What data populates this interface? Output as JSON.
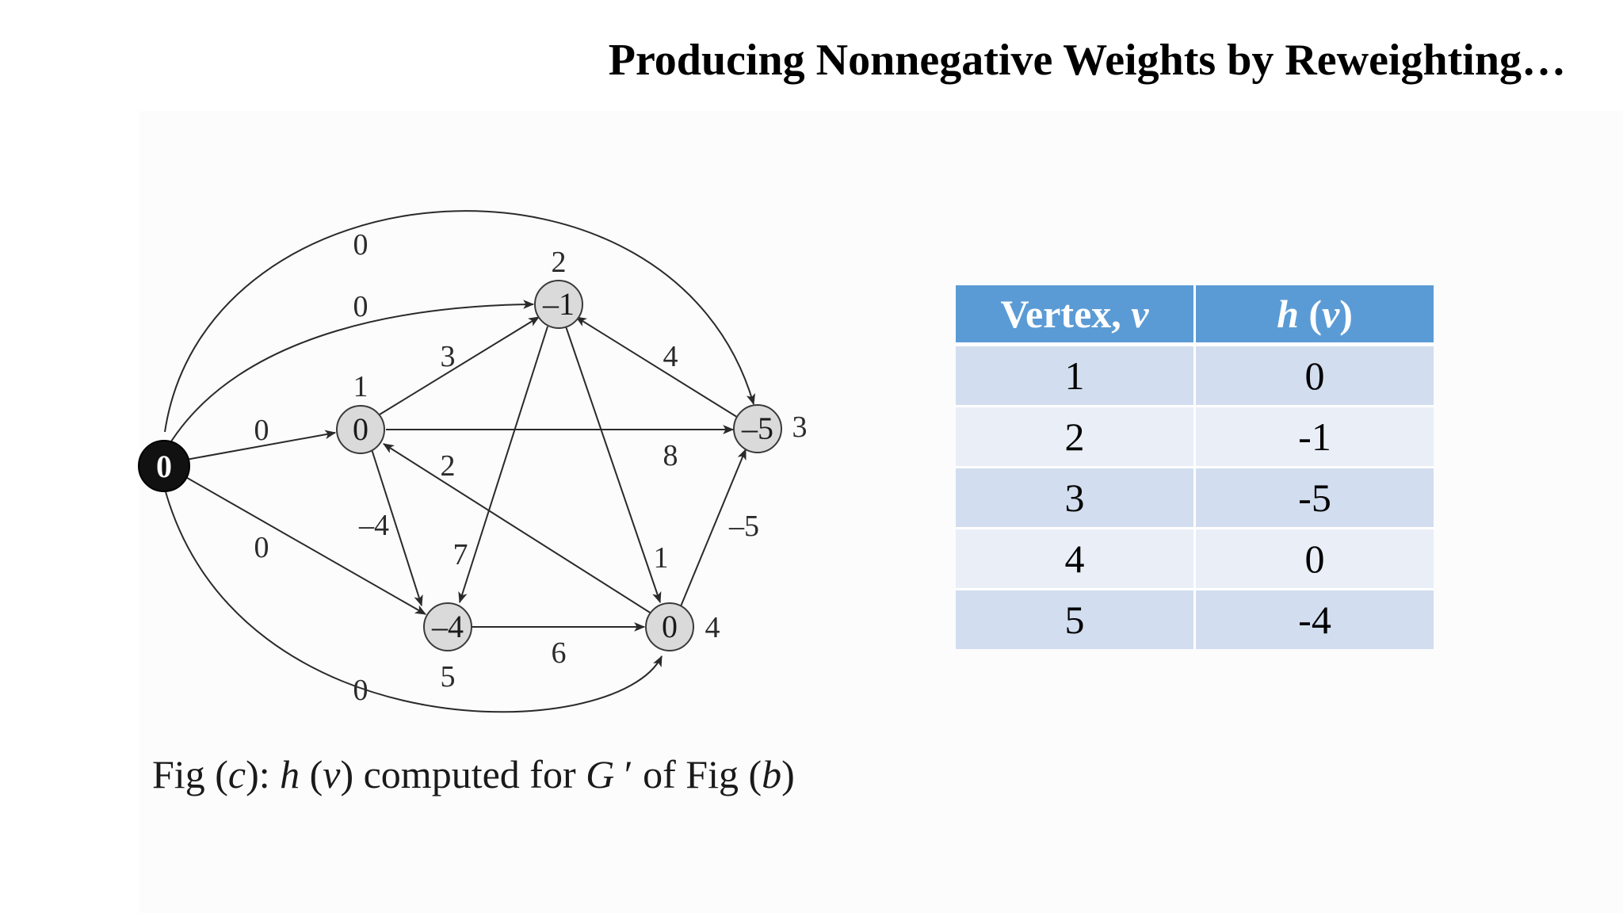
{
  "title": "Producing Nonnegative Weights by Reweighting…",
  "graph": {
    "source": {
      "value": "0"
    },
    "vertices": [
      {
        "id": "1",
        "h": "0"
      },
      {
        "id": "2",
        "h": "–1"
      },
      {
        "id": "3",
        "h": "–5"
      },
      {
        "id": "4",
        "h": "0"
      },
      {
        "id": "5",
        "h": "–4"
      }
    ],
    "edge_weights": [
      {
        "from": "s",
        "to": "1",
        "w": "0"
      },
      {
        "from": "s",
        "to": "2",
        "w": "0"
      },
      {
        "from": "s",
        "to": "3",
        "w": "0"
      },
      {
        "from": "s",
        "to": "4",
        "w": "0"
      },
      {
        "from": "s",
        "to": "5",
        "w": "0"
      },
      {
        "from": "1",
        "to": "2",
        "w": "3"
      },
      {
        "from": "1",
        "to": "3",
        "w": "8"
      },
      {
        "from": "1",
        "to": "5",
        "w": "–4"
      },
      {
        "from": "2",
        "to": "4",
        "w": "1"
      },
      {
        "from": "2",
        "to": "5",
        "w": "7"
      },
      {
        "from": "3",
        "to": "2",
        "w": "4"
      },
      {
        "from": "4",
        "to": "1",
        "w": "2"
      },
      {
        "from": "4",
        "to": "3",
        "w": "–5"
      },
      {
        "from": "5",
        "to": "4",
        "w": "6"
      }
    ]
  },
  "caption": {
    "fig": "Fig (",
    "c": "c",
    "part2": "): ",
    "h": "h",
    "part3": " (",
    "v": "v",
    "part4": ") computed for ",
    "G": "G",
    "part5": " ′ of Fig (",
    "b": "b",
    "part6": ")"
  },
  "table": {
    "header_vertex": "Vertex, ",
    "header_vertex_var": "v",
    "header_h": "h",
    "header_h_rest": " (",
    "header_h_var": "v",
    "header_h_close": ")",
    "rows": [
      {
        "vertex": "1",
        "h": "0"
      },
      {
        "vertex": "2",
        "h": "-1"
      },
      {
        "vertex": "3",
        "h": "-5"
      },
      {
        "vertex": "4",
        "h": "0"
      },
      {
        "vertex": "5",
        "h": "-4"
      }
    ]
  },
  "colors": {
    "table_header": "#5b9bd5",
    "row_dark": "#d2deef",
    "row_light": "#e9eef7",
    "node_fill": "#dadada",
    "source_fill": "#111111"
  }
}
